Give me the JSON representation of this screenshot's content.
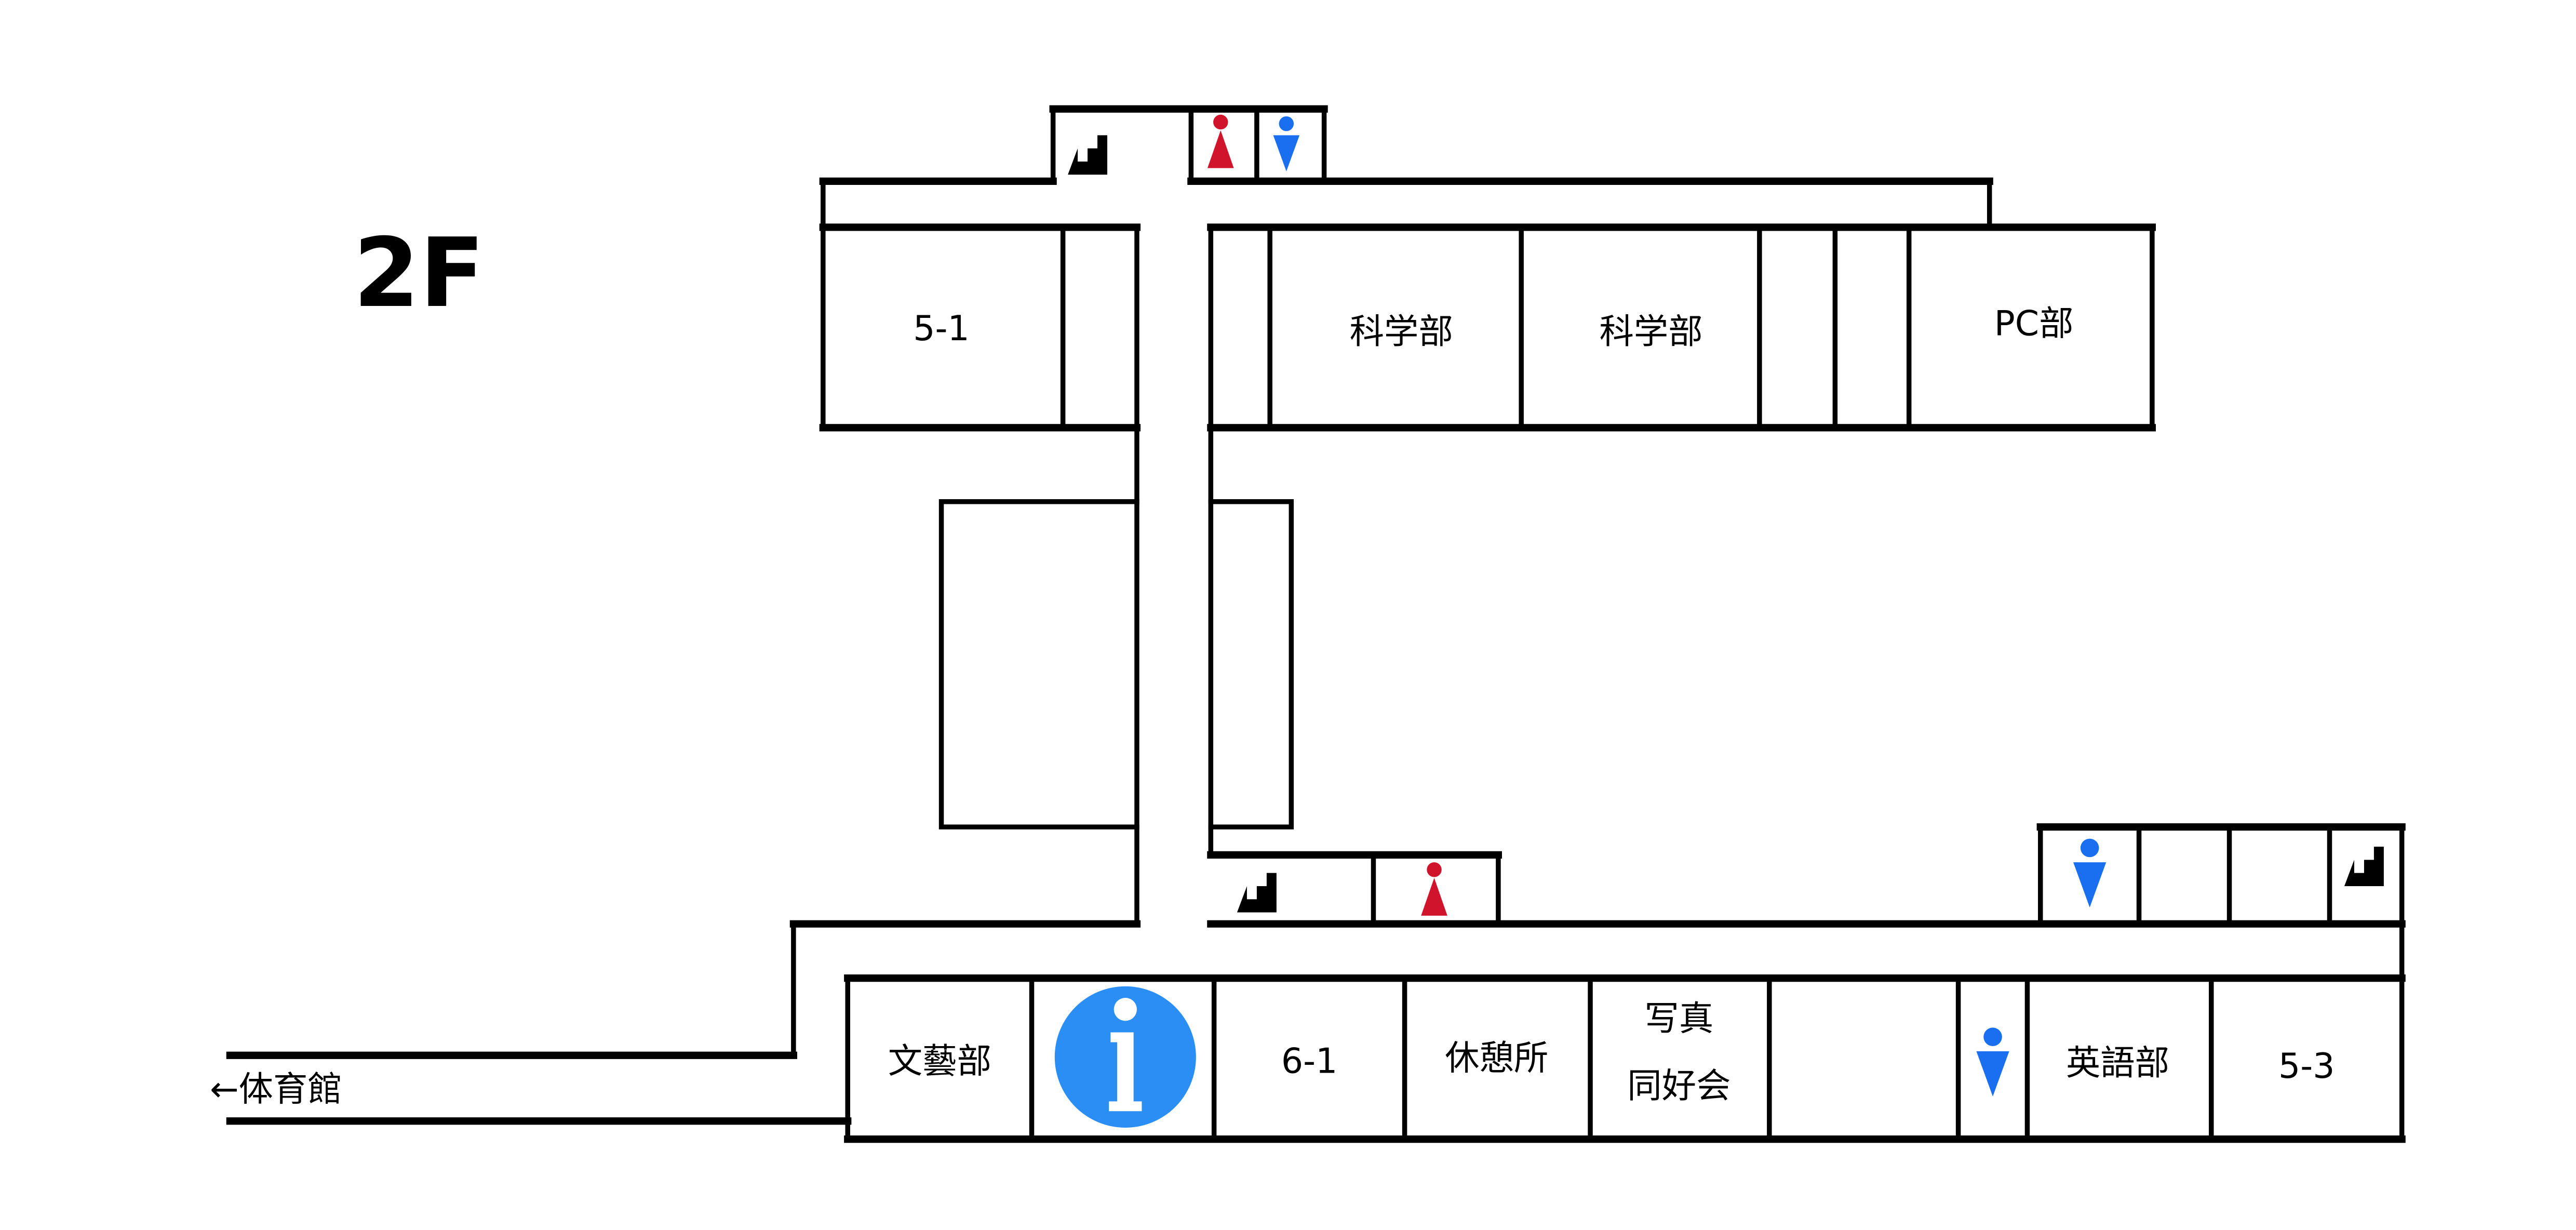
{
  "floor_title": "2F",
  "rooms_top": {
    "r1": "5-1",
    "r2": "科学部",
    "r3": "科学部",
    "r4": "PC部"
  },
  "rooms_bottom": {
    "r1": "文藝部",
    "r2": "6-1",
    "r3": "休憩所",
    "r4_line1": "写真",
    "r4_line2": "同好会",
    "r5": "英語部",
    "r6": "5-3"
  },
  "exit_label": "←体育館",
  "colors": {
    "female": "#d0142c",
    "male": "#1a6ff0",
    "info": "#2a8ef5",
    "wall": "#000000"
  },
  "icons": [
    "stairs-icon",
    "female-restroom-icon",
    "male-restroom-icon",
    "info-icon"
  ]
}
